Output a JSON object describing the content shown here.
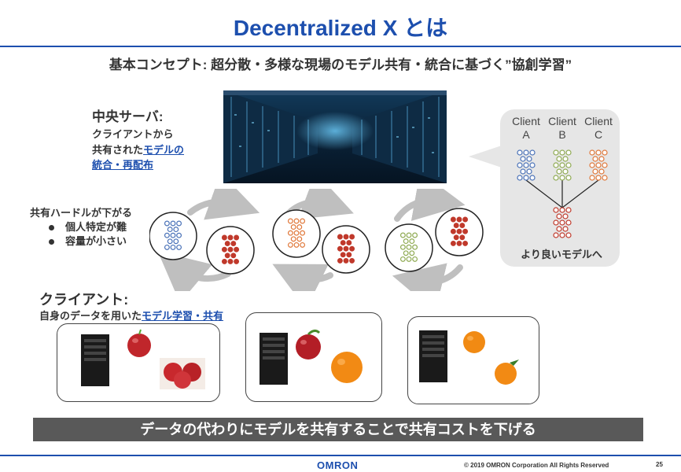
{
  "slide": {
    "title": "Decentralized X とは",
    "concept": "基本コンセプト: 超分散・多様な現場のモデル共有・統合に基づく”協創学習”"
  },
  "server": {
    "title": "中央サーバ:",
    "line1": "クライアントから",
    "line2_prefix": "共有された",
    "line2_link": "モデルの",
    "line3_link": "統合・再配布"
  },
  "bubble": {
    "clients": [
      {
        "line1": "Client",
        "line2": "A",
        "color": "#4a72b8"
      },
      {
        "line1": "Client",
        "line2": "B",
        "color": "#8faa52"
      },
      {
        "line1": "Client",
        "line2": "C",
        "color": "#e0783a"
      }
    ],
    "result": "より良いモデルへ",
    "merged_color": "#c0392b"
  },
  "hurdle": {
    "title": "共有ハードルが下がる",
    "bullets": [
      "個人特定が難",
      "容量が小さい"
    ]
  },
  "client": {
    "title": "クライアント:",
    "sub_prefix": "自身のデータを用いた",
    "sub_link": "モデル学習・共有"
  },
  "banner": "データの代わりにモデルを共有することで共有コストを下げる",
  "footer": {
    "logo": "OMRON",
    "copyright": "© 2019 OMRON Corporation All Rights Reserved",
    "page": "25"
  },
  "colors": {
    "accent": "#1d4fae",
    "banner_bg": "#595959",
    "client_a": "#4a72b8",
    "client_b": "#8faa52",
    "client_c": "#e0783a",
    "global_model": "#c0392b"
  }
}
